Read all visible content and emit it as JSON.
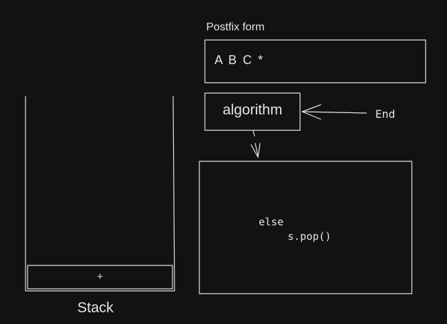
{
  "postfix": {
    "title": "Postfix form",
    "value": "A B C *"
  },
  "algorithm": {
    "label": "algorithm"
  },
  "end_pointer": {
    "label": "End"
  },
  "code_box": {
    "lines": [
      "else",
      "s.pop()"
    ]
  },
  "stack": {
    "label": "Stack",
    "items": [
      "+"
    ]
  },
  "colors": {
    "background": "#121212",
    "stroke": "#e6e6e6"
  }
}
